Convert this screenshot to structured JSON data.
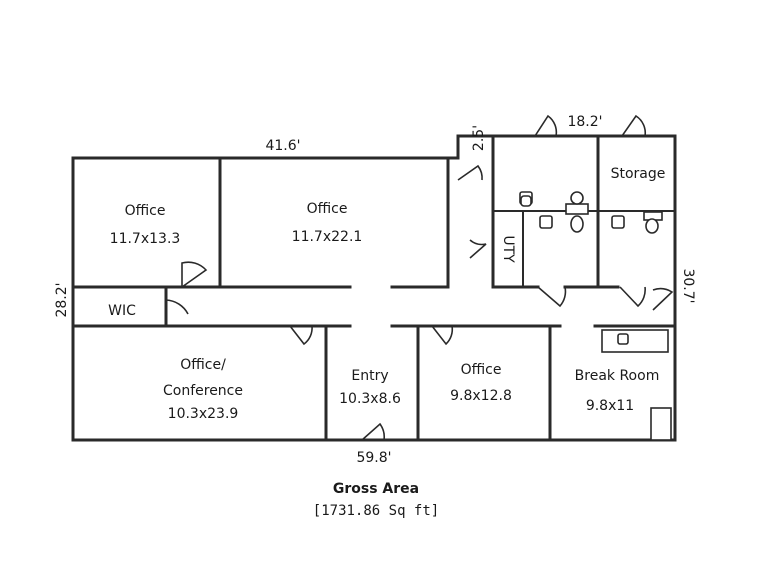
{
  "dimensions": {
    "top_left": "41.6'",
    "notch": "2.5'",
    "top_right": "18.2'",
    "left": "28.2'",
    "right": "30.7'",
    "bottom": "59.8'"
  },
  "rooms": [
    {
      "name": "Office",
      "size": "11.7x13.3"
    },
    {
      "name": "Office",
      "size": "11.7x22.1"
    },
    {
      "name": "Storage",
      "size": ""
    },
    {
      "name": "UTY",
      "size": ""
    },
    {
      "name": "WIC",
      "size": ""
    },
    {
      "name": "Office/",
      "name2": "Conference",
      "size": "10.3x23.9"
    },
    {
      "name": "Entry",
      "size": "10.3x8.6"
    },
    {
      "name": "Office",
      "size": "9.8x12.8"
    },
    {
      "name": "Break Room",
      "size": "9.8x11"
    }
  ],
  "gross_area": {
    "title": "Gross Area",
    "value": "[1731.86 Sq ft]"
  }
}
